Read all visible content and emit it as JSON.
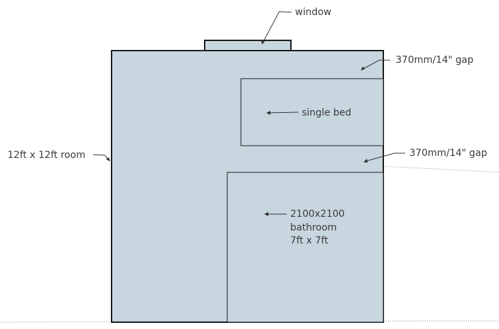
{
  "labels": {
    "window": "window",
    "gap_top": "370mm/14\" gap",
    "single_bed": "single bed",
    "gap_mid": "370mm/14\" gap",
    "room": "12ft x 12ft room",
    "bathroom_size": "2100x2100",
    "bathroom_name": "bathroom",
    "bathroom_dims": "7ft x 7ft"
  },
  "colors": {
    "fill": "#c8d6df",
    "stroke": "#1a1a1a",
    "leader": "#333333",
    "ground_line": "#8a8a8a",
    "text": "#3a3a3a"
  }
}
